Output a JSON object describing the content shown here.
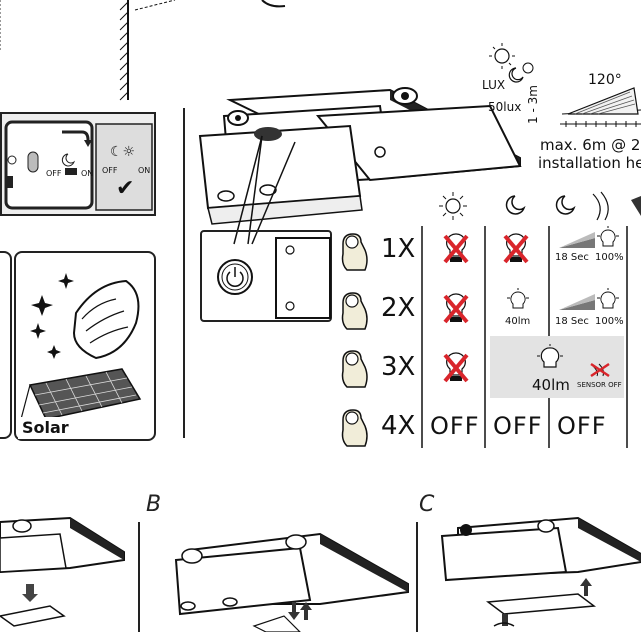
{
  "sensor": {
    "lux_label": "LUX",
    "lux_value": "50lux",
    "angle": "120°",
    "height": "1 - 3m",
    "range": "max. 6m @ 2",
    "install": "installation he"
  },
  "toggle": {
    "off": "OFF",
    "on": "ON",
    "off2": "OFF",
    "on2": "ON"
  },
  "solar_label": "Solar",
  "presses": {
    "p1": "1X",
    "p2": "2X",
    "p3": "3X",
    "p4": "4X"
  },
  "cells": {
    "r1c3_time": "18 Sec",
    "r1c3_pct": "100%",
    "r2c2_lm": "40lm",
    "r2c3_time": "18 Sec",
    "r2c3_pct": "100%",
    "r3_lm": "40lm",
    "r3_sensor": "SENSOR OFF",
    "r4c1": "OFF",
    "r4c2": "OFF",
    "r4c3": "OFF"
  },
  "steps": {
    "b": "B",
    "c": "C"
  }
}
